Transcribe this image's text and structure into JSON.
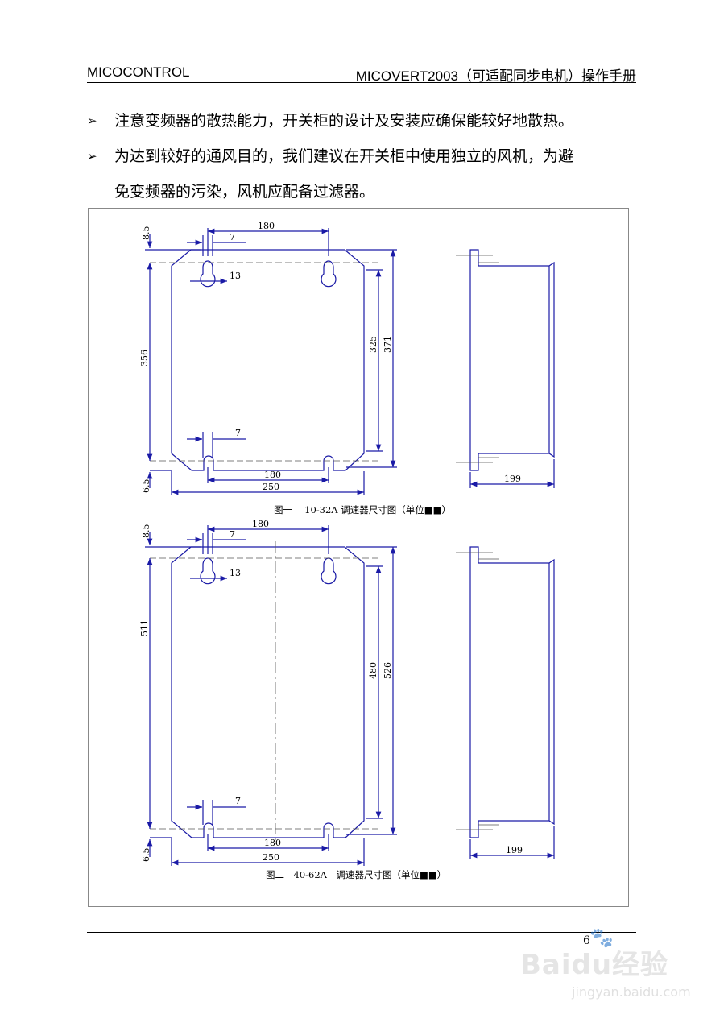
{
  "header": {
    "left": "MICOCONTROL",
    "right": "MICOVERT2003（可适配同步电机）操作手册"
  },
  "bullets": [
    {
      "mark": "➢",
      "text": "注意变频器的散热能力，开关柜的设计及安装应确保能较好地散热。"
    },
    {
      "mark": "➢",
      "text": "为达到较好的通风目的，我们建议在开关柜中使用独立的风机，为避",
      "cont": "免变频器的污染，风机应配备过滤器。"
    }
  ],
  "fig1": {
    "caption": "图一　 10-32A 调速器尺寸图（单位■■）",
    "dims": {
      "top_gap": "8.5",
      "hole_spacing_top": "180",
      "slot_width_top": "7",
      "hole_dia": "13",
      "height_left": "356",
      "inner_height": "325",
      "outer_height": "371",
      "slot_width_bottom": "7",
      "hole_spacing_bottom": "180",
      "width": "250",
      "bottom_gap": "6.5",
      "depth": "199"
    }
  },
  "fig2": {
    "caption": "图二　40-62A　调速器尺寸图（单位■■）",
    "dims": {
      "top_gap": "8.5",
      "hole_spacing_top": "180",
      "slot_width_top": "7",
      "hole_dia": "13",
      "height_left": "511",
      "inner_height": "480",
      "outer_height": "526",
      "slot_width_bottom": "7",
      "hole_spacing_bottom": "180",
      "width": "250",
      "bottom_gap": "6.5",
      "depth": "199"
    }
  },
  "footer": {
    "page": "6"
  },
  "watermark": {
    "brand": "Baidu经验",
    "url": "jingyan.baidu.com"
  },
  "colors": {
    "drawing": "#1a1aa6",
    "centerline": "#555555"
  }
}
